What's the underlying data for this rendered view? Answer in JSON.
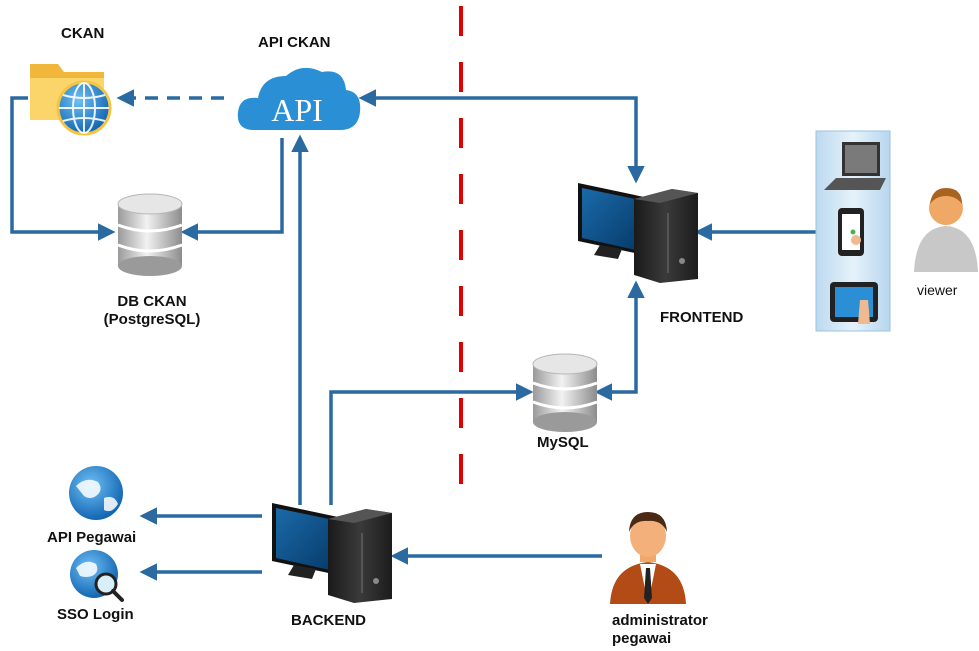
{
  "labels": {
    "ckan": "CKAN",
    "api_ckan": "API CKAN",
    "api_cloud_text": "API",
    "db_ckan_line1": "DB CKAN",
    "db_ckan_line2": "(PostgreSQL)",
    "frontend": "FRONTEND",
    "mysql": "MySQL",
    "backend": "BACKEND",
    "api_pegawai": "API Pegawai",
    "sso_login": "SSO Login",
    "viewer": "viewer",
    "admin_line1": "administrator",
    "admin_line2": "pegawai"
  },
  "colors": {
    "arrow": "#2a6aa0",
    "divider": "#e00000",
    "cloud": "#2b8fd6",
    "monitor": "#0d4f86",
    "tower": "#2a2a2a",
    "db": "#c8c8c8",
    "folder": "#f5c542",
    "globe": "#1f7fcf"
  },
  "icons": {
    "ckan": "folder-globe-icon",
    "api": "cloud-api-icon",
    "db_ckan": "database-icon",
    "mysql": "database-icon",
    "frontend": "desktop-computer-icon",
    "backend": "desktop-computer-icon",
    "api_pegawai": "globe-icon",
    "sso_login": "globe-search-icon",
    "viewer": "person-icon",
    "admin": "businessman-icon",
    "devices": [
      "laptop-icon",
      "smartphone-icon",
      "tablet-icon"
    ]
  }
}
